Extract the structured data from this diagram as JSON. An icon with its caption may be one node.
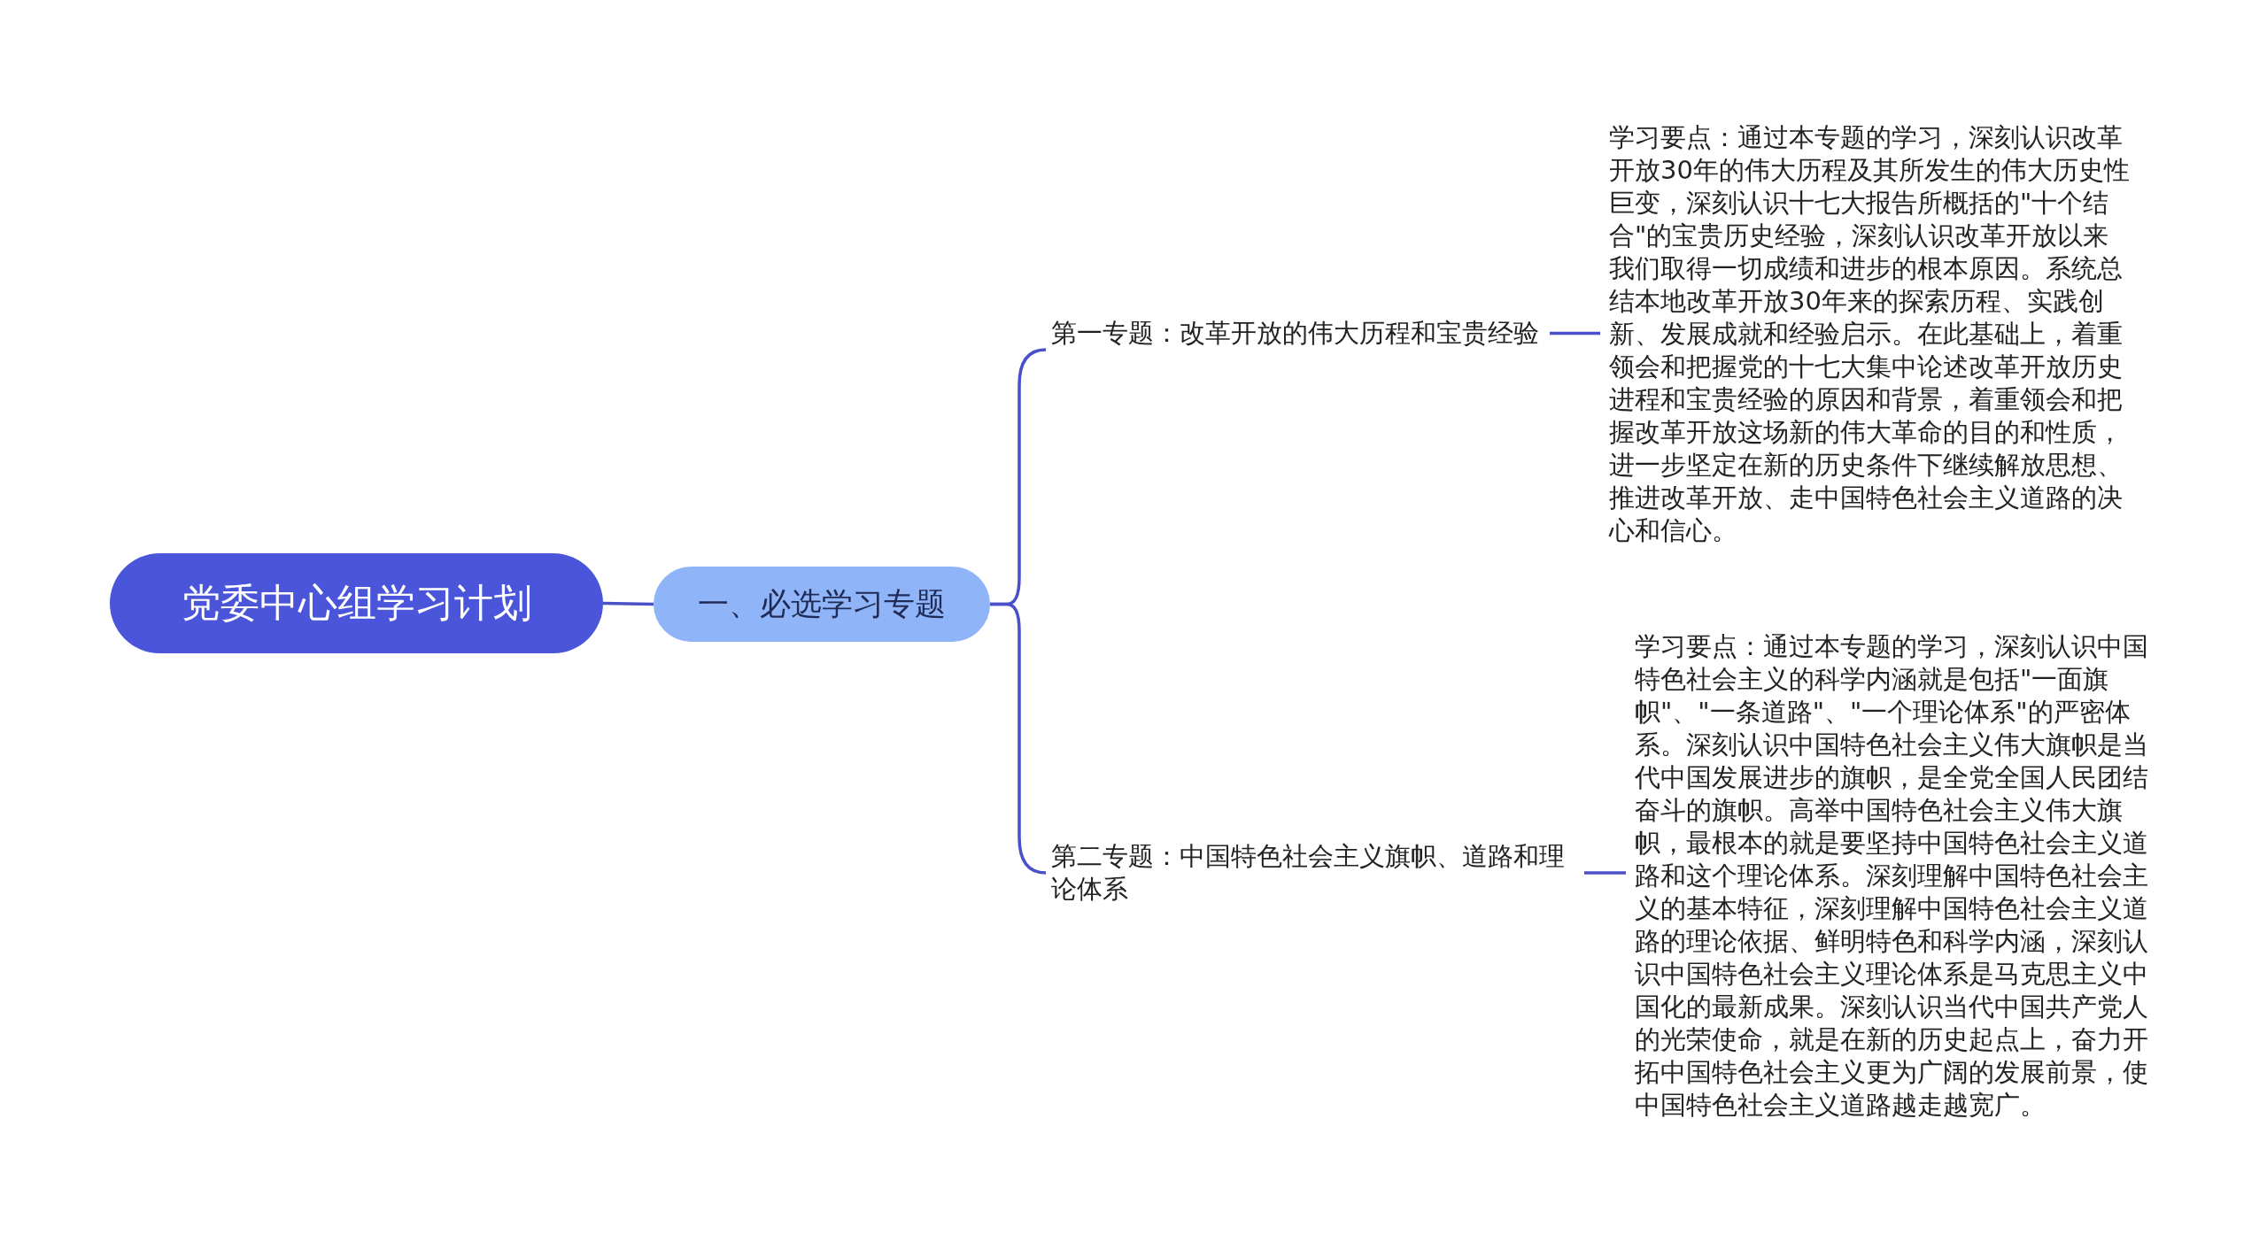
{
  "diagram": {
    "nodes": [
      {
        "text": [
          "党委中心组学习计划"
        ]
      },
      {
        "text": [
          "一、必选学习专题"
        ]
      },
      {
        "text": [
          "第一专题：改革开放的伟大历程和宝贵经验"
        ]
      },
      {
        "text": [
          "学习要点：通过本专题的学习，深刻认识改革开放30年的伟大历程及其所发生的伟大历史性巨变，深刻认识十七大报告所概括的\"十个结合\"的宝贵历史经验，深刻认识改革开放以来我们取得一切成绩和进步的根本原因。系统总结本地改革开放30年来的探索历程、实践创新、发展成就和经验启示。在此基础上，着重领会和把握党的十七大集中论述改革开放历史进程和宝贵经验的原因和背景，着重领会和把握改革开放这场新的伟大革命的目的和性质，进一步坚定在新的历史条件下继续解放思想、推进改革开放、走中国特色社会主义道路的决心和信心。"
        ]
      },
      {
        "text": [
          "第二专题：中国特色社会主义旗帜、道路和理论体系"
        ]
      },
      {
        "text": [
          "学习要点：通过本专题的学习，深刻认识中国特色社会主义的科学内涵就是包括\"一面旗帜\"、\"一条道路\"、\"一个理论体系\"的严密体系。深刻认识中国特色社会主义伟大旗帜是当代中国发展进步的旗帜，是全党全国人民团结奋斗的旗帜。高举中国特色社会主义伟大旗帜，最根本的就是要坚持中国特色社会主义道路和这个理论体系。深刻理解中国特色社会主义的基本特征，深刻理解中国特色社会主义道路的理论依据、鲜明特色和科学内涵，深刻认识中国特色社会主义理论体系是马克思主义中国化的最新成果。深刻认识当代中国共产党人的光荣使命，就是在新的历史起点上，奋力开拓中国特色社会主义更为广阔的发展前景，使中国特色社会主义道路越走越宽广。"
        ]
      }
    ],
    "edges": [
      {
        "from": 0,
        "to": 1,
        "arrow": "none"
      },
      {
        "from": 1,
        "to": 2,
        "arrow": "none"
      },
      {
        "from": 1,
        "to": 4,
        "arrow": "none"
      },
      {
        "from": 2,
        "to": 3,
        "arrow": "none"
      },
      {
        "from": 4,
        "to": 5,
        "arrow": "none"
      }
    ]
  }
}
